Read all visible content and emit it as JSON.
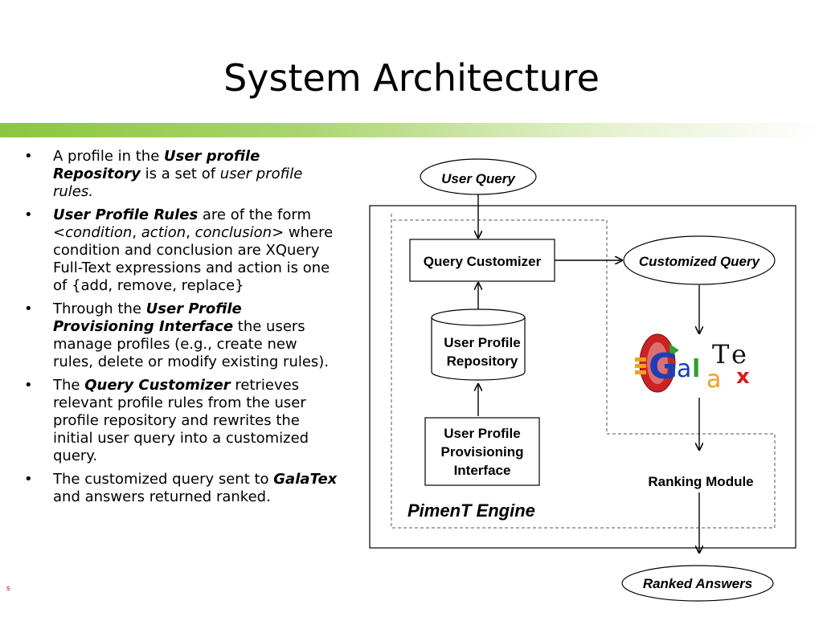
{
  "slide": {
    "title": "System Architecture",
    "corner_mark": "s"
  },
  "bullets": [
    {
      "runs": [
        {
          "t": "A profile in the ",
          "s": "n"
        },
        {
          "t": "User profile Repository",
          "s": "bi"
        },
        {
          "t": " is a set of ",
          "s": "n"
        },
        {
          "t": "user profile rules.",
          "s": "i"
        }
      ]
    },
    {
      "runs": [
        {
          "t": "User Profile Rules",
          "s": "bi"
        },
        {
          "t": " are of the form <",
          "s": "n"
        },
        {
          "t": "condition",
          "s": "i"
        },
        {
          "t": ", ",
          "s": "n"
        },
        {
          "t": "action",
          "s": "i"
        },
        {
          "t": ", ",
          "s": "n"
        },
        {
          "t": "conclusion",
          "s": "i"
        },
        {
          "t": "> where condition and conclusion are XQuery Full-Text expressions and action is one of {add, remove, replace}",
          "s": "n"
        }
      ]
    },
    {
      "runs": [
        {
          "t": "Through the ",
          "s": "n"
        },
        {
          "t": "User Profile Provisioning Interface",
          "s": "bi"
        },
        {
          "t": " the users manage profiles (e.g., create new rules, delete or modify existing rules).",
          "s": "n"
        }
      ]
    },
    {
      "runs": [
        {
          "t": "The ",
          "s": "n"
        },
        {
          "t": "Query Customizer",
          "s": "bi"
        },
        {
          "t": " retrieves relevant profile rules from the user profile repository and rewrites the initial user query into a customized query.",
          "s": "n"
        }
      ]
    },
    {
      "runs": [
        {
          "t": "The customized query sent to ",
          "s": "n"
        },
        {
          "t": "GalaTex",
          "s": "bi"
        },
        {
          "t": " and answers returned ranked.",
          "s": "n"
        }
      ]
    }
  ],
  "diagram": {
    "user_query": "User Query",
    "query_customizer": "Query Customizer",
    "customized_query": "Customized Query",
    "repository_line1": "User Profile",
    "repository_line2": "Repository",
    "provisioning_line1": "User Profile",
    "provisioning_line2": "Provisioning",
    "provisioning_line3": "Interface",
    "ranking_module": "Ranking Module",
    "engine_label": "PimenT Engine",
    "ranked_answers": "Ranked Answers",
    "galatex_logo": {
      "letters": [
        "G",
        "a",
        "l",
        "a",
        "T",
        "e",
        "x"
      ],
      "colors": {
        "red": "#d42020",
        "blue": "#2a4fd0",
        "green": "#2fa22f",
        "orange": "#f0a020",
        "black": "#111111"
      }
    }
  },
  "colors": {
    "accent_green": "#8cc63f",
    "line": "#000000",
    "dashed": "#555555"
  }
}
